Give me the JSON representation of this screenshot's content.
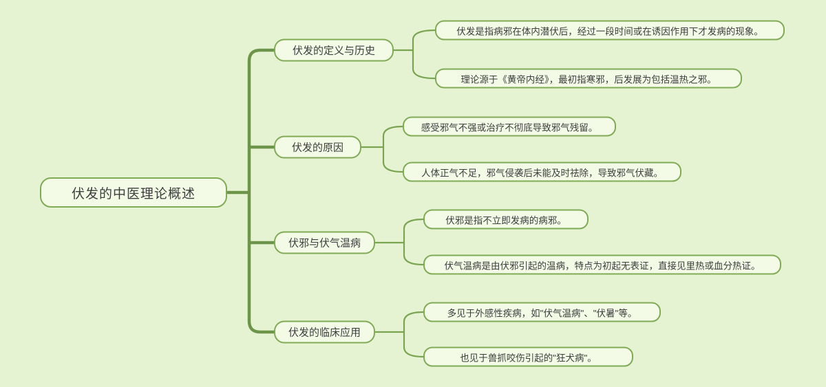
{
  "root": {
    "label": "伏发的中医理论概述"
  },
  "branches": [
    {
      "label": "伏发的定义与历史",
      "leaves": [
        {
          "text": "伏发是指病邪在体内潜伏后，经过一段时间或在诱因作用下才发病的现象。"
        },
        {
          "text": "理论源于《黄帝内经》，最初指寒邪，后发展为包括温热之邪。"
        }
      ]
    },
    {
      "label": "伏发的原因",
      "leaves": [
        {
          "text": "感受邪气不强或治疗不彻底导致邪气残留。"
        },
        {
          "text": "人体正气不足，邪气侵袭后未能及时祛除，导致邪气伏藏。"
        }
      ]
    },
    {
      "label": "伏邪与伏气温病",
      "leaves": [
        {
          "text": "伏邪是指不立即发病的病邪。"
        },
        {
          "text": "伏气温病是由伏邪引起的温病，特点为初起无表证，直接见里热或血分热证。"
        }
      ]
    },
    {
      "label": "伏发的临床应用",
      "leaves": [
        {
          "text": "多见于外感性疾病，如\"伏气温病\"、\"伏暑\"等。"
        },
        {
          "text": "也见于兽抓咬伤引起的\"狂犬病\"。"
        }
      ]
    }
  ],
  "colors": {
    "background": "#e6f3d2",
    "node_fill": "#f3fae6",
    "node_border": "#7fab55",
    "connector_main": "#6d9549",
    "connector_sub": "#79a551",
    "text": "#3e3e3e"
  }
}
